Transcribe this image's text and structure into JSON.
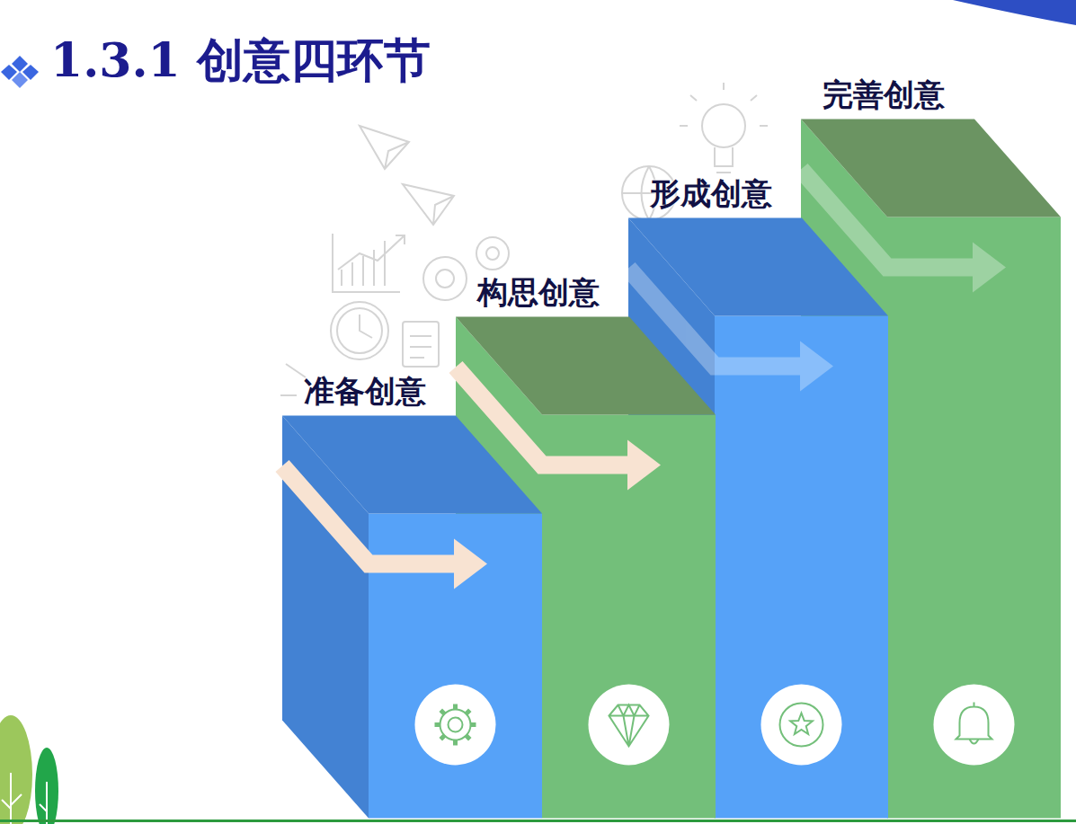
{
  "diagram": {
    "title": "1.3.1 创意四环节",
    "nodes": [
      {
        "text": [
          "准备创意"
        ]
      },
      {
        "text": [
          "构思创意"
        ]
      },
      {
        "text": [
          "形成创意"
        ]
      },
      {
        "text": [
          "完善创意"
        ]
      }
    ]
  }
}
